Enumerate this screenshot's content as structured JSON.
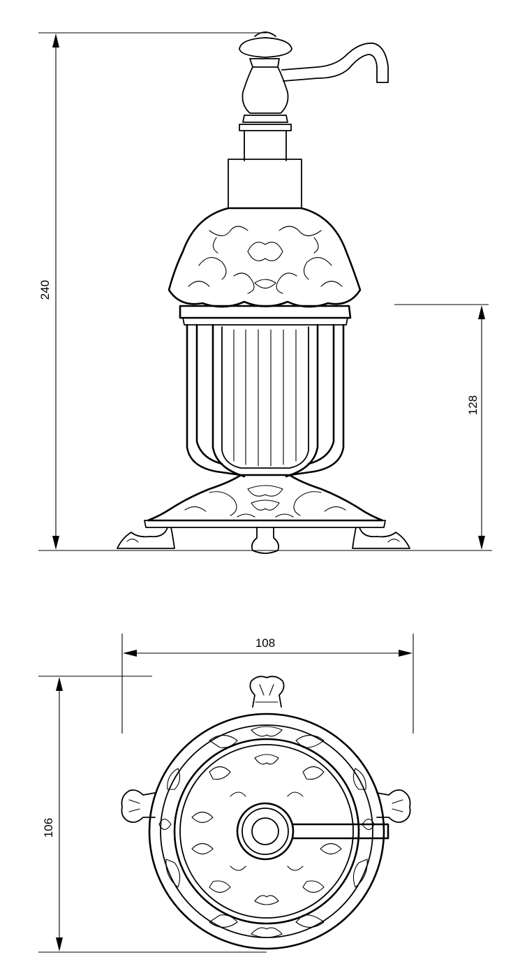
{
  "dimensions": {
    "total_height": "240",
    "cage_height": "128",
    "top_width": "108",
    "top_depth": "106"
  }
}
